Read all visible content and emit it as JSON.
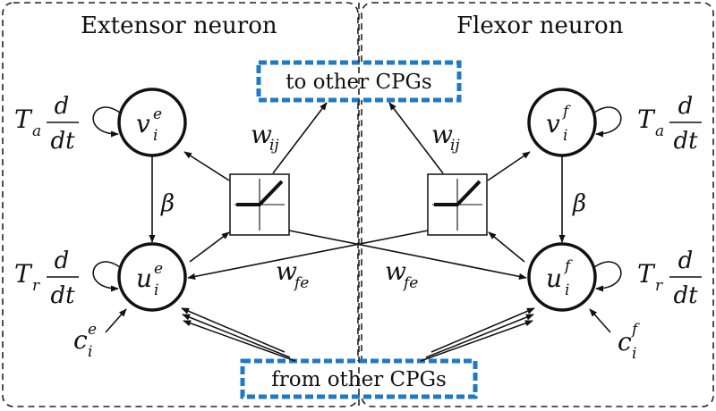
{
  "panels": {
    "left_title": "Extensor neuron",
    "right_title": "Flexor neuron"
  },
  "boxes": {
    "top_label": "to other CPGs",
    "bottom_label": "from other CPGs",
    "accent_color": "#1f7ac4"
  },
  "neurons": {
    "v_left": {
      "base": "v",
      "sub": "i",
      "sup": "e"
    },
    "u_left": {
      "base": "u",
      "sub": "i",
      "sup": "e"
    },
    "v_right": {
      "base": "v",
      "sub": "i",
      "sup": "f"
    },
    "u_right": {
      "base": "u",
      "sub": "i",
      "sup": "f"
    }
  },
  "time_constants": {
    "adapt": {
      "T": "T",
      "sub": "a",
      "num": "d",
      "den": "dt"
    },
    "rise": {
      "T": "T",
      "sub": "r",
      "num": "d",
      "den": "dt"
    }
  },
  "weights": {
    "beta": "β",
    "w_ij": {
      "base": "w",
      "sub": "ij"
    },
    "w_fe": {
      "base": "w",
      "sub": "fe"
    }
  },
  "inputs": {
    "c_left": {
      "base": "c",
      "sub": "i",
      "sup": "e"
    },
    "c_right": {
      "base": "c",
      "sub": "i",
      "sup": "f"
    }
  }
}
